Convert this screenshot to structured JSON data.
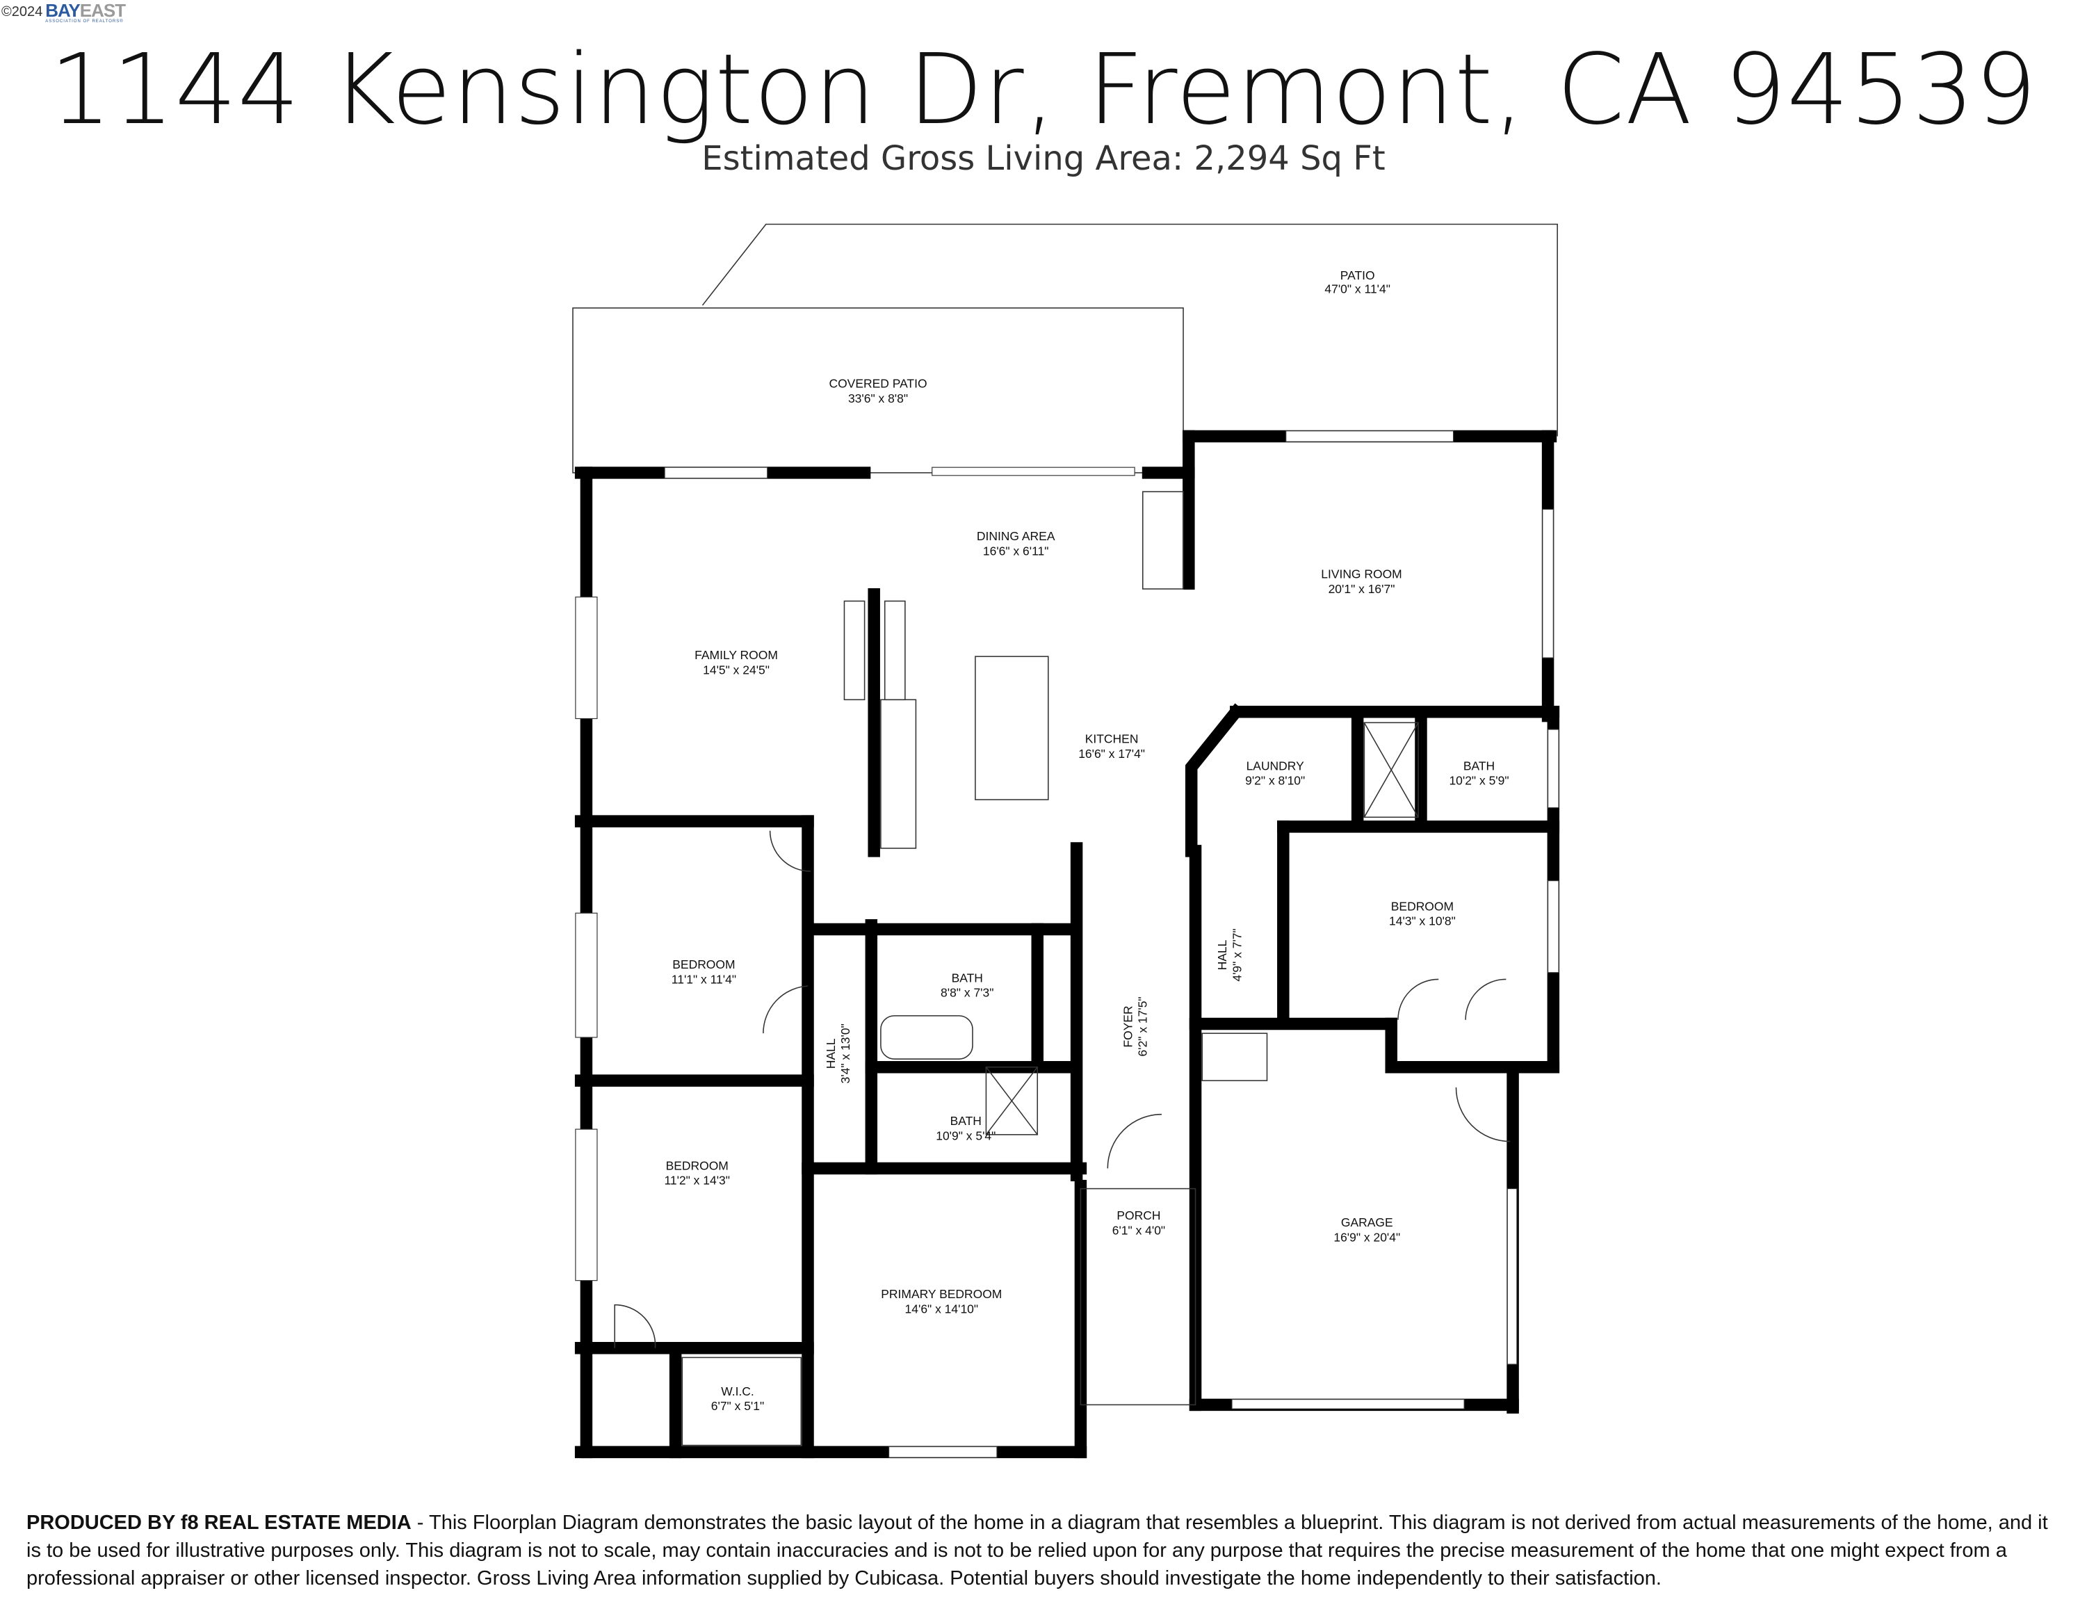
{
  "logo": {
    "copyright": "©2024",
    "brand_bay": "BAY",
    "brand_east": "EAST",
    "tagline": "ASSOCIATION OF REALTORS®",
    "colors": {
      "bay": "#2c5aa0",
      "east": "#9a9a9a"
    }
  },
  "header": {
    "title": "1144 Kensington Dr, Fremont, CA 94539",
    "subtitle": "Estimated Gross Living Area: 2,294 Sq Ft"
  },
  "rooms": [
    {
      "name": "PATIO",
      "size": "47'0\" x 11'4\""
    },
    {
      "name": "COVERED PATIO",
      "size": "33'6\" x 8'8\""
    },
    {
      "name": "DINING AREA",
      "size": "16'6\" x 6'11\""
    },
    {
      "name": "LIVING ROOM",
      "size": "20'1\" x 16'7\""
    },
    {
      "name": "FAMILY ROOM",
      "size": "14'5\" x 24'5\""
    },
    {
      "name": "KITCHEN",
      "size": "16'6\" x 17'4\""
    },
    {
      "name": "LAUNDRY",
      "size": "9'2\" x 8'10\""
    },
    {
      "name": "BATH",
      "size": "10'2\" x 5'9\""
    },
    {
      "name": "BEDROOM",
      "size": "14'3\" x 10'8\""
    },
    {
      "name": "BEDROOM",
      "size": "11'1\" x 11'4\""
    },
    {
      "name": "BATH",
      "size": "8'8\" x 7'3\""
    },
    {
      "name": "HALL",
      "size": "3'4\" x 13'0\""
    },
    {
      "name": "FOYER",
      "size": "6'2\" x 17'5\""
    },
    {
      "name": "HALL",
      "size": "4'9\" x 7'7\""
    },
    {
      "name": "BATH",
      "size": "10'9\" x 5'4\""
    },
    {
      "name": "BEDROOM",
      "size": "11'2\" x 14'3\""
    },
    {
      "name": "PORCH",
      "size": "6'1\" x 4'0\""
    },
    {
      "name": "GARAGE",
      "size": "16'9\" x 20'4\""
    },
    {
      "name": "PRIMARY BEDROOM",
      "size": "14'6\" x 14'10\""
    },
    {
      "name": "W.I.C.",
      "size": "6'7\" x 5'1\""
    }
  ],
  "footer": {
    "producer": "PRODUCED BY f8 REAL ESTATE MEDIA",
    "text": " - This Floorplan Diagram demonstrates the basic layout of the home in a diagram that resembles a blueprint. This diagram is not derived from actual measurements of the home, and it is to be used for illustrative purposes only. This diagram is not to scale, may contain inaccuracies and is not to be relied upon for any purpose that requires the precise measurement of the home that one might expect from a professional appraiser or other licensed inspector. Gross Living Area information supplied by Cubicasa. Potential buyers should investigate the home independently to their satisfaction."
  }
}
